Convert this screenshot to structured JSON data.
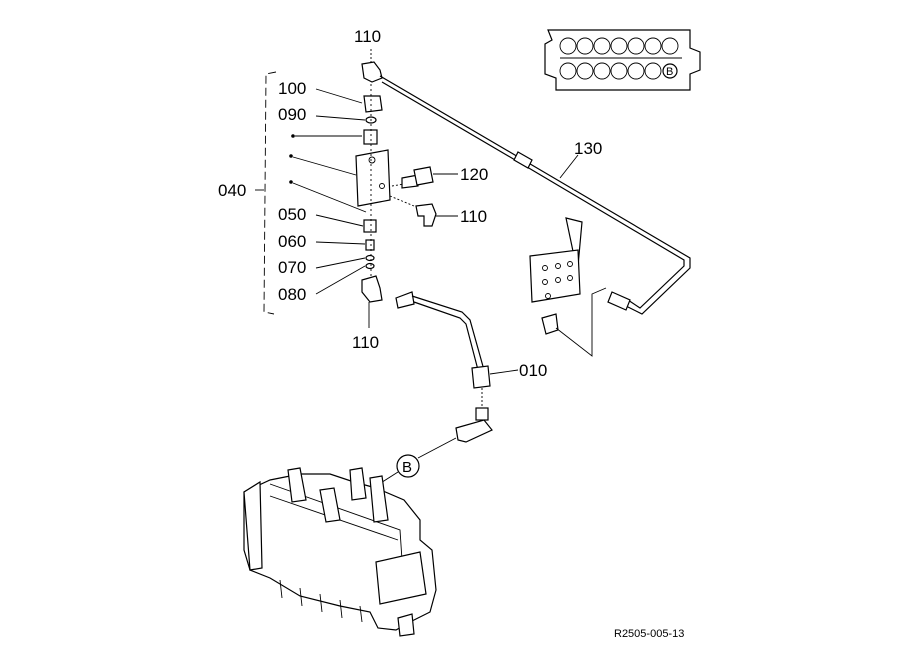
{
  "labels": {
    "p110_top": "110",
    "p100": "100",
    "p090": "090",
    "p040": "040",
    "p050": "050",
    "p060": "060",
    "p070": "070",
    "p080": "080",
    "p110_bottom": "110",
    "p120": "120",
    "p110_right": "110",
    "p130": "130",
    "p010": "010",
    "callout_b": "B",
    "callout_b_small": "B"
  },
  "figure_ref": "R2505-005-13"
}
